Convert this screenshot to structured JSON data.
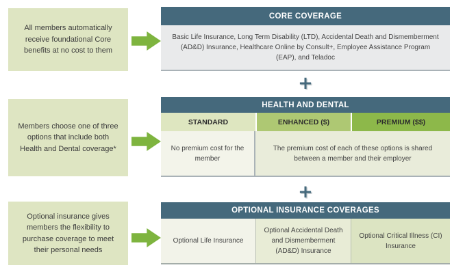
{
  "plus": "+",
  "colors": {
    "teal_header": "#45697c",
    "note_box_green": "#dee5c2",
    "arrow_green": "#7eb43f",
    "core_body_gray": "#e9eaeb",
    "standard_header_bg": "#dee6c0",
    "enhanced_header_bg": "#aec873",
    "premium_header_bg": "#8db84a",
    "standard_cell_bg": "#f3f4ea",
    "shared_cell_bg": "#e9ecda",
    "optional_cell1_bg": "#f2f3e9",
    "optional_cell2_bg": "#e8ecd6",
    "optional_cell3_bg": "#dce4c2"
  },
  "sections": {
    "core": {
      "note": "All members automatically receive foundational Core benefits at no cost to them",
      "header": "CORE COVERAGE",
      "body": "Basic Life Insurance, Long Term Disability (LTD), Accidental Death and Dismemberment (AD&D) Insurance, Healthcare Online by Consult+, Employee Assistance Program (EAP), and Teladoc"
    },
    "health_dental": {
      "note": "Members choose one of three options that include both Health and Dental coverage*",
      "header": "HEALTH AND DENTAL",
      "columns": [
        "STANDARD",
        "ENHANCED ($)",
        "PREMIUM ($$)"
      ],
      "standard_body": "No premium cost for the member",
      "shared_body": "The premium cost of each of these options is shared between a member and their employer"
    },
    "optional": {
      "note": "Optional insurance gives members the flexibility to purchase coverage to meet their personal needs",
      "header": "OPTIONAL INSURANCE COVERAGES",
      "cells": [
        "Optional Life Insurance",
        "Optional Accidental Death and Dismemberment (AD&D) Insurance",
        "Optional Critical Illness (CI) Insurance"
      ]
    }
  }
}
